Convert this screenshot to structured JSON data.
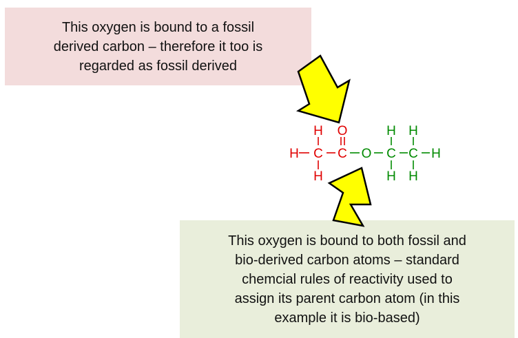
{
  "colors": {
    "fossil": "#e00000",
    "bio": "#008a00",
    "callout_fossil_bg": "#f3dcdc",
    "callout_bio_bg": "#e9eedb",
    "arrow_fill": "#ffff00",
    "arrow_stroke": "#000000"
  },
  "callouts": {
    "top_text": "This oxygen is bound to a fossil\nderived carbon – therefore it too is\nregarded as fossil derived",
    "bottom_text": "This oxygen is bound to both fossil and\nbio-derived carbon atoms – standard\nchemcial rules of reactivity used to\nassign its parent carbon atom (in this\nexample it is bio-based)"
  },
  "molecule": {
    "methyl_h_top": "H",
    "methyl_h_left": "H",
    "methyl_c": "C",
    "methyl_h_bottom": "H",
    "carbonyl_o": "O",
    "carbonyl_c": "C",
    "ester_o": "O",
    "ethyl_c1_h_top": "H",
    "ethyl_c1": "C",
    "ethyl_c1_h_bottom": "H",
    "ethyl_c2_h_top": "H",
    "ethyl_c2": "C",
    "ethyl_c2_h_bottom": "H",
    "ethyl_h_right": "H"
  }
}
